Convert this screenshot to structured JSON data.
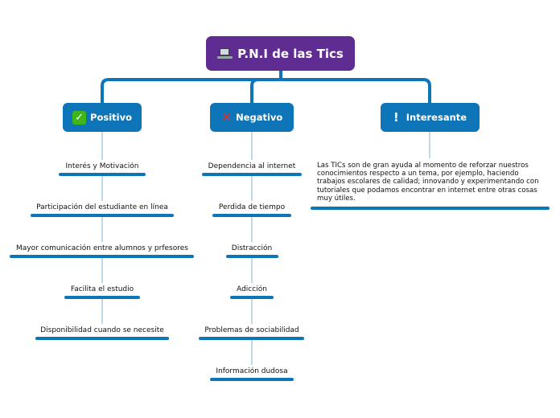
{
  "root": {
    "title": "P.N.I de las Tics",
    "icon": "laptop-icon"
  },
  "colors": {
    "root": "#5f2c91",
    "branch": "#0e76b8",
    "connector": "#0e76b8",
    "leaf_line": "#0e76b8",
    "thin_line": "#7fb2d6"
  },
  "branches": {
    "positivo": {
      "label": "Positivo",
      "icon": "check-icon",
      "items": [
        "Interés y Motivación",
        "Participación del estudiante en línea",
        "Mayor comunicación entre alumnos y prfesores",
        "Facilita el estudio",
        "Disponibilidad cuando se necesite"
      ]
    },
    "negativo": {
      "label": "Negativo",
      "icon": "x-icon",
      "items": [
        "Dependencia al internet",
        "Perdida de tiempo",
        "Distracción",
        "Adicción",
        "Problemas de sociabilidad",
        "Información dudosa"
      ]
    },
    "interesante": {
      "label": "Interesante",
      "icon": "exclamation-icon",
      "note": "Las TICs son de gran ayuda al momento de reforzar nuestros conocimientos respecto a un tema, por ejemplo, haciendo trabajos escolares de calidad; innovando y experimentando con tutoriales que podamos encontrar en internet entre otras cosas muy útiles."
    }
  }
}
